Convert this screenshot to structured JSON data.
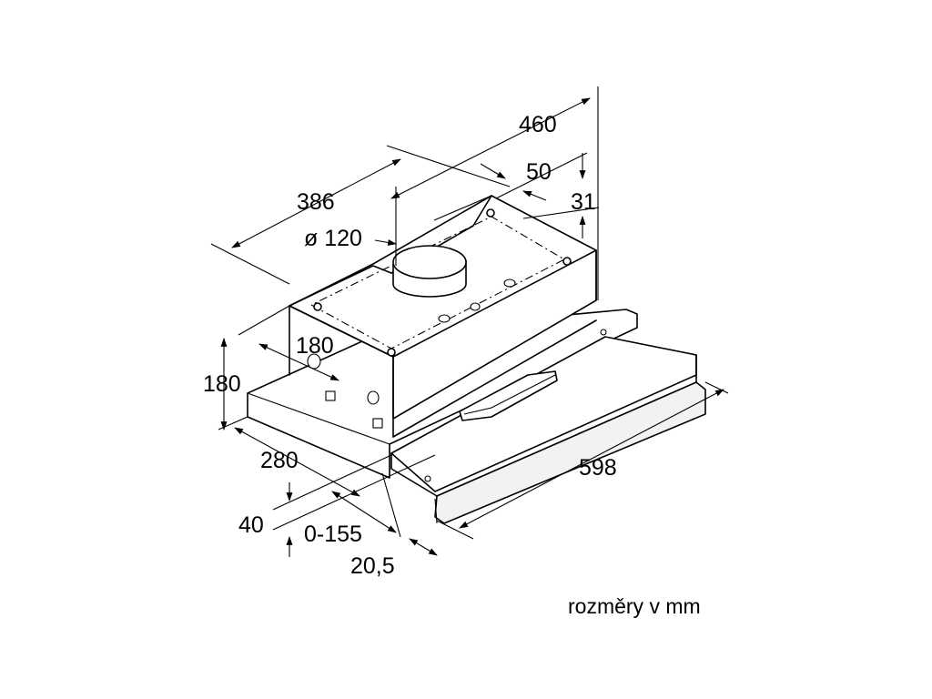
{
  "dimensions": {
    "d_460": "460",
    "d_386": "386",
    "d_50": "50",
    "d_31": "31",
    "d_120": "ø 120",
    "d_180_depth": "180",
    "d_180_height": "180",
    "d_280": "280",
    "d_40": "40",
    "d_0_155": "0-155",
    "d_20_5": "20,5",
    "d_598": "598"
  },
  "caption": "rozměry v mm"
}
